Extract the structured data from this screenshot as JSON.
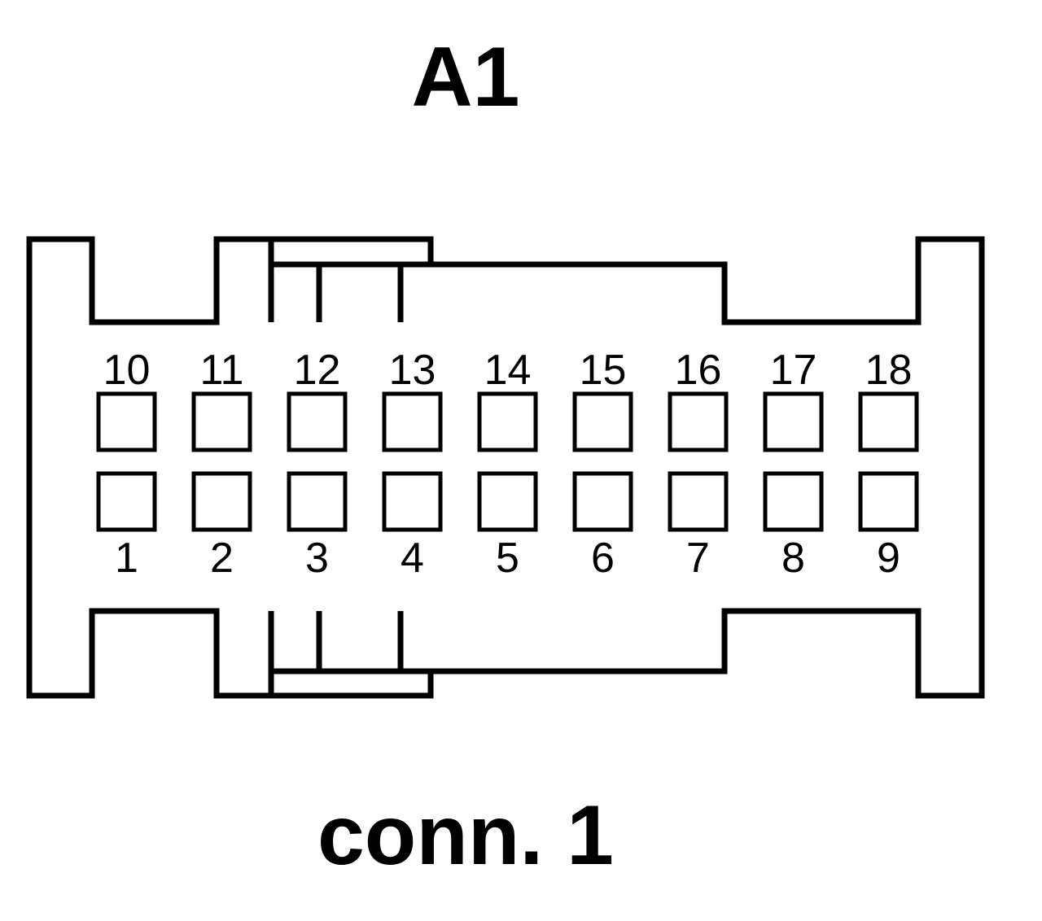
{
  "connector_id": "A1",
  "caption": "conn. 1",
  "top_row_pins": [
    "10",
    "11",
    "12",
    "13",
    "14",
    "15",
    "16",
    "17",
    "18"
  ],
  "bottom_row_pins": [
    "1",
    "2",
    "3",
    "4",
    "5",
    "6",
    "7",
    "8",
    "9"
  ]
}
